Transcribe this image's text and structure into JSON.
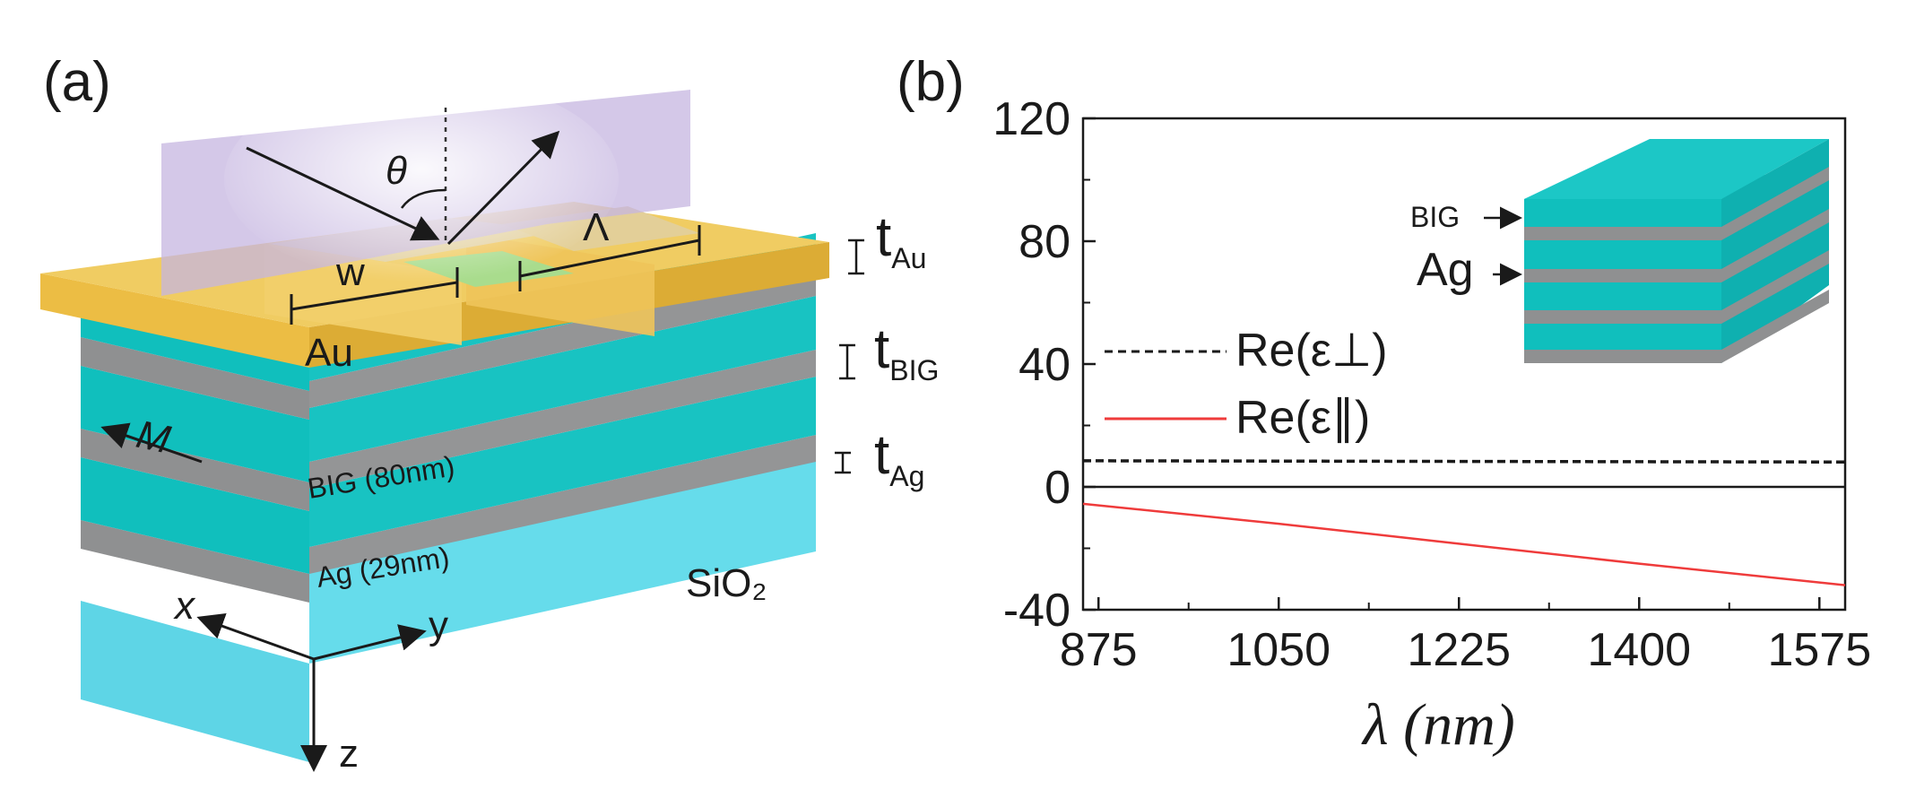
{
  "panel_a": {
    "label": "(a)",
    "theta": "θ",
    "w": "w",
    "lambda": "Λ",
    "au": "Au",
    "m": "M",
    "big": "BIG (80nm)",
    "ag": "Ag (29nm)",
    "sio2": "SiO₂",
    "axes": {
      "x": "x",
      "y": "y",
      "z": "z"
    },
    "thickness": [
      {
        "base": "t",
        "sub": "Au"
      },
      {
        "base": "t",
        "sub": "BIG"
      },
      {
        "base": "t",
        "sub": "Ag"
      }
    ],
    "colors": {
      "gold": "#efc24a",
      "big": "#10bfbd",
      "ag": "#8f9091",
      "sio2": "#5fd8e6",
      "plane": "#c5b6e0"
    }
  },
  "panel_b": {
    "label": "(b)",
    "chart_data": {
      "type": "line",
      "xlabel": "λ (nm)",
      "ylabel": "",
      "xlim": [
        860,
        1600
      ],
      "ylim": [
        -40,
        120
      ],
      "xticks": [
        "875",
        "1050",
        "1225",
        "1400",
        "1575"
      ],
      "yticks": [
        "-40",
        "0",
        "40",
        "80",
        "120"
      ],
      "legend_position": "center-left",
      "series": [
        {
          "name": "Re(ε⊥)",
          "style": "dashed",
          "color": "#1a1a1a",
          "x": [
            860,
            1050,
            1225,
            1400,
            1600
          ],
          "y": [
            8.5,
            8.4,
            8.3,
            8.2,
            8.1
          ]
        },
        {
          "name": "Re(ε∥)",
          "style": "solid",
          "color": "#ef3b3b",
          "x": [
            860,
            1050,
            1225,
            1400,
            1600
          ],
          "y": [
            -5.5,
            -12,
            -18.5,
            -25,
            -32
          ]
        }
      ],
      "inset": {
        "top_label": "BIG",
        "mid_label": "Ag"
      }
    }
  }
}
